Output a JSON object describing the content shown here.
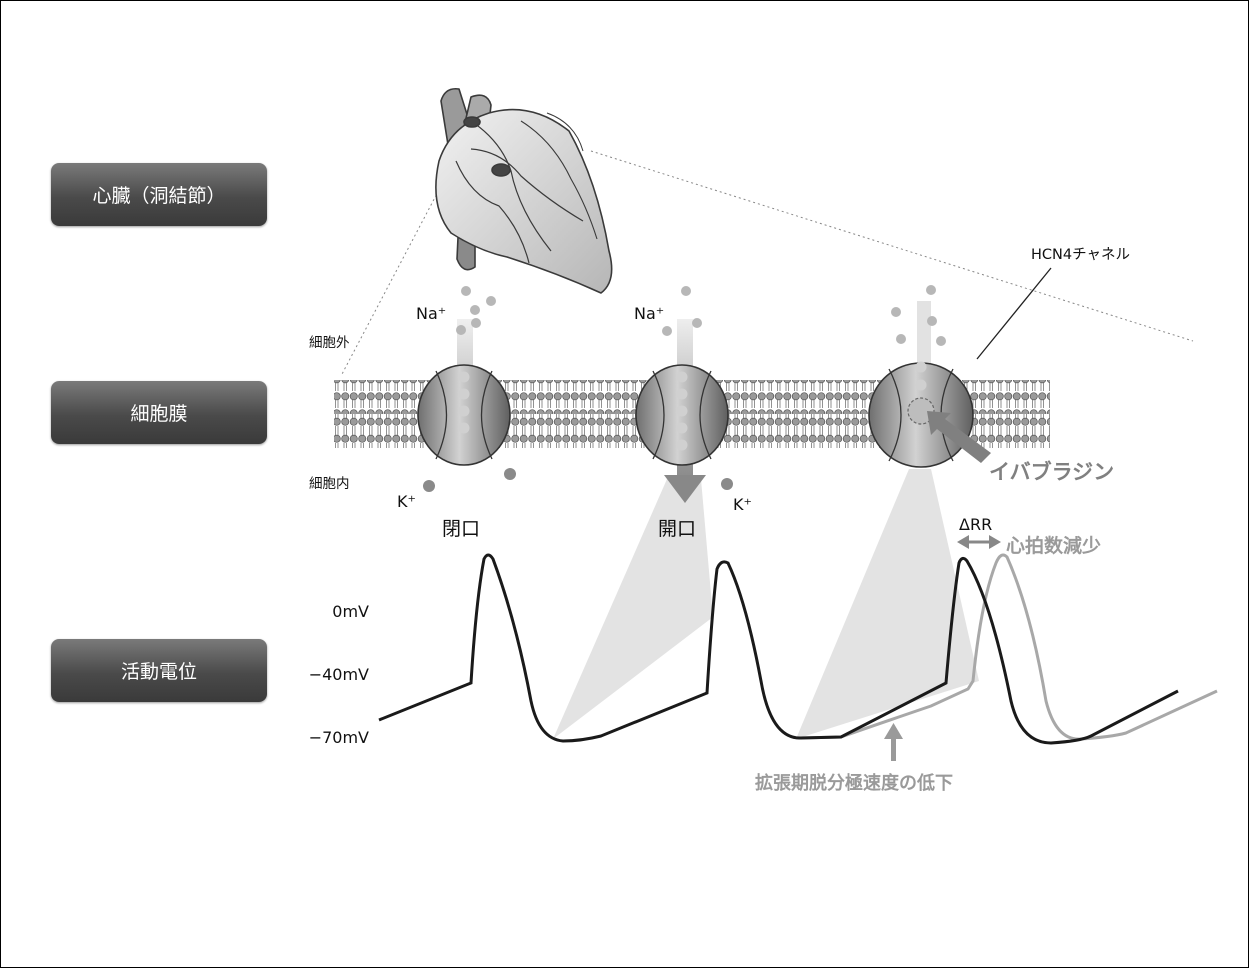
{
  "side_labels": {
    "heart": "心臓（洞結節）",
    "membrane": "細胞膜",
    "action_potential": "活動電位"
  },
  "labels": {
    "hcn4": "HCN4チャネル",
    "extracellular": "細胞外",
    "intracellular": "細胞内",
    "na_ion": "Na⁺",
    "k_ion": "K⁺",
    "closed": "閉口",
    "open": "開口",
    "ivabradine": "イバブラジン",
    "delta_rr": "ΔRR",
    "hr_decrease": "心拍数減少",
    "depolarization_decrease": "拡張期脱分極速度の低下"
  },
  "voltage_ticks": [
    "0mV",
    "−40mV",
    "−70mV"
  ],
  "colors": {
    "label_bg": "#4a4a4a",
    "trace_baseline": "#1a1a1a",
    "trace_ivabradine": "#a8a8a8",
    "highlight_text": "#9a9a9a",
    "ivabradine_arrow": "#808080"
  }
}
